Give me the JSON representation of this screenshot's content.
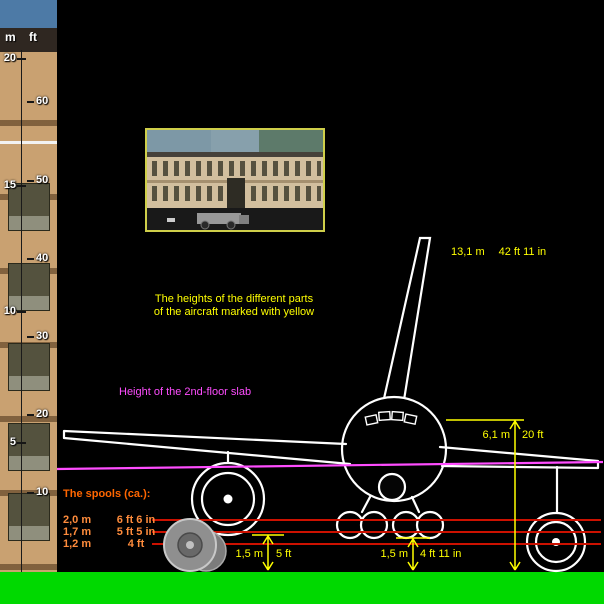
{
  "colors": {
    "background": "#000000",
    "grass": "#00d900",
    "sky_patch": "#4d7aa6",
    "highlight_yellow": "#ffff00",
    "slab_magenta": "#ff4dff",
    "spool_heading_orange": "#ff6600",
    "spool_rows_orange": "#ff8c3c",
    "spool_lines_red": "#cc1100",
    "aircraft_outline": "#ffffff"
  },
  "ruler": {
    "unit_m": "m",
    "unit_ft": "ft",
    "m_ticks": [
      {
        "label": "20"
      },
      {
        "label": "15"
      },
      {
        "label": "10"
      },
      {
        "label": "5"
      }
    ],
    "ft_ticks": [
      {
        "label": "60"
      },
      {
        "label": "50"
      },
      {
        "label": "40"
      },
      {
        "label": "30"
      },
      {
        "label": "20"
      },
      {
        "label": "10"
      }
    ]
  },
  "note": {
    "line1": "The heights of the different parts",
    "line2": "of the aircraft marked with yellow"
  },
  "slab_label": "Height of the 2nd-floor slab",
  "dimensions": {
    "tail": {
      "m": "13,1 m",
      "ft": "42 ft 11 in"
    },
    "fuselage": {
      "m": "6,1 m",
      "ft": "20 ft"
    },
    "engine": {
      "m": "1,5 m",
      "ft": "5 ft"
    },
    "gear": {
      "m": "1,5 m",
      "ft": "4 ft 11 in"
    }
  },
  "spools": {
    "heading": "The spools (ca.):",
    "rows": [
      {
        "m": "2,0 m",
        "ft": "6 ft 6 in"
      },
      {
        "m": "1,7 m",
        "ft": "5 ft 5 in"
      },
      {
        "m": "1,2 m",
        "ft": "4 ft"
      }
    ]
  }
}
